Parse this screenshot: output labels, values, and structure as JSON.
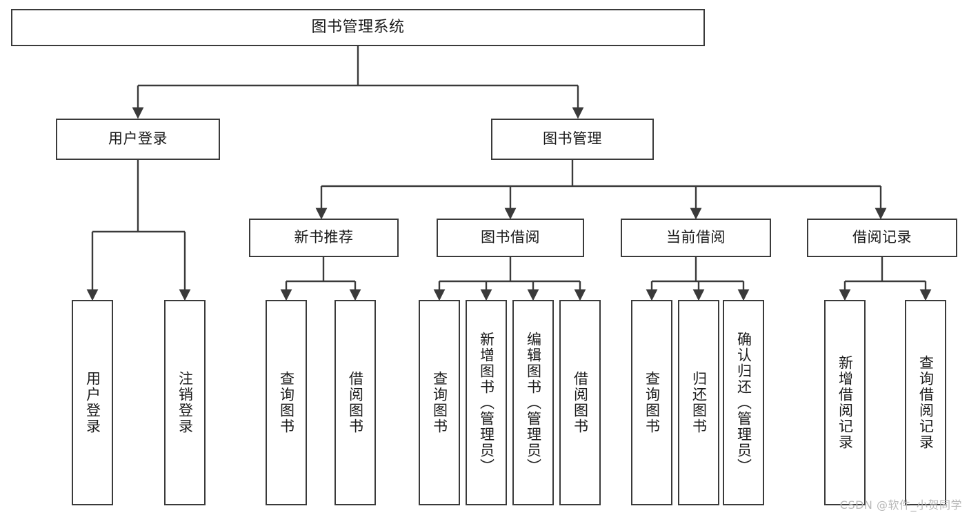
{
  "diagram": {
    "type": "tree-hierarchy-chart",
    "title": "图书管理系统",
    "watermark": "CSDN @软件_小贺同学",
    "colors": {
      "box_border": "#3a3a3a",
      "box_fill": "#ffffff",
      "connector": "#3a3a3a",
      "text": "#1b1b1b",
      "watermark": "#b8b8b8",
      "background": "#ffffff"
    },
    "nodes": {
      "root": {
        "label": "图书管理系统"
      },
      "level2": [
        {
          "id": "user-login",
          "label": "用户登录"
        },
        {
          "id": "book-manage",
          "label": "图书管理"
        }
      ],
      "level3": [
        {
          "id": "new-book-recommend",
          "label": "新书推荐"
        },
        {
          "id": "book-borrow",
          "label": "图书借阅"
        },
        {
          "id": "current-borrow",
          "label": "当前借阅"
        },
        {
          "id": "borrow-record",
          "label": "借阅记录"
        }
      ],
      "leaves": {
        "user-login": [
          {
            "id": "leaf-user-login",
            "label": "用户登录"
          },
          {
            "id": "leaf-logout",
            "label": "注销登录"
          }
        ],
        "new-book-recommend": [
          {
            "id": "leaf-query-book-1",
            "label": "查询图书"
          },
          {
            "id": "leaf-borrow-book-1",
            "label": "借阅图书"
          }
        ],
        "book-borrow": [
          {
            "id": "leaf-query-book-2",
            "label": "查询图书"
          },
          {
            "id": "leaf-add-book",
            "label": "新增图书（管理员）"
          },
          {
            "id": "leaf-edit-book",
            "label": "编辑图书（管理员）"
          },
          {
            "id": "leaf-borrow-book-2",
            "label": "借阅图书"
          }
        ],
        "current-borrow": [
          {
            "id": "leaf-query-book-3",
            "label": "查询图书"
          },
          {
            "id": "leaf-return-book",
            "label": "归还图书"
          },
          {
            "id": "leaf-confirm-return",
            "label": "确认归还（管理员）"
          }
        ],
        "borrow-record": [
          {
            "id": "leaf-add-record",
            "label": "新增借阅记录"
          },
          {
            "id": "leaf-query-record",
            "label": "查询借阅记录"
          }
        ]
      }
    }
  }
}
